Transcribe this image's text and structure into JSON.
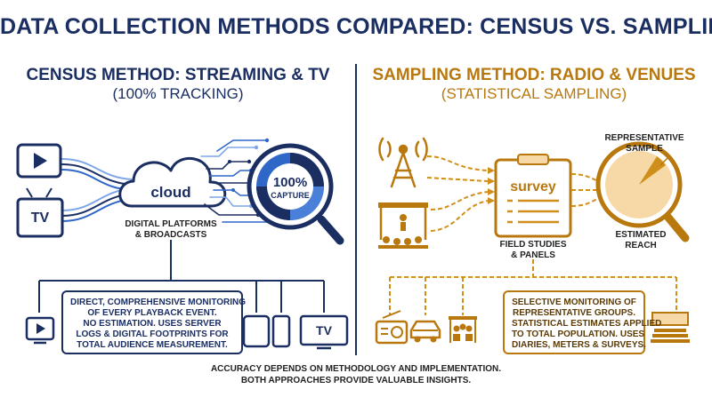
{
  "title": "DATA COLLECTION METHODS COMPARED: CENSUS VS. SAMPLING",
  "census": {
    "heading": "CENSUS METHOD: STREAMING & TV",
    "subheading": "(100% TRACKING)",
    "cloud_label": "cloud",
    "platform_label_1": "DIGITAL PLATFORMS",
    "platform_label_2": "& BROADCASTS",
    "magnifier_line1": "100%",
    "magnifier_line2": "CAPTURE",
    "tv_label": "TV",
    "tv_small_label": "TV",
    "description": [
      "DIRECT, COMPREHENSIVE MONITORING",
      "OF EVERY PLAYBACK EVENT.",
      "NO ESTIMATION. USES SERVER",
      "LOGS & DIGITAL FOOTPRINTS FOR",
      "TOTAL AUDIENCE MEASUREMENT."
    ]
  },
  "sampling": {
    "heading": "SAMPLING METHOD: RADIO & VENUES",
    "subheading": "(STATISTICAL SAMPLING)",
    "survey_label": "survey",
    "field_label_1": "FIELD STUDIES",
    "field_label_2": "& PANELS",
    "rep_label_1": "REPRESENTATIVE",
    "rep_label_2": "SAMPLE",
    "est_label_1": "ESTIMATED",
    "est_label_2": "REACH",
    "description": [
      "SELECTIVE MONITORING OF",
      "REPRESENTATIVE GROUPS.",
      "STATISTICAL ESTIMATES APPLIED",
      "TO TOTAL POPULATION. USES",
      "DIARIES, METERS & SURVEYS."
    ]
  },
  "footer": [
    "ACCURACY DEPENDS ON METHODOLOGY AND IMPLEMENTATION.",
    "BOTH APPROACHES PROVIDE VALUABLE INSIGHTS."
  ],
  "colors": {
    "navy": "#1b2e62",
    "blue": "#2f67c9",
    "gold": "#d08f1a",
    "gold_light": "#f6d9a6"
  }
}
